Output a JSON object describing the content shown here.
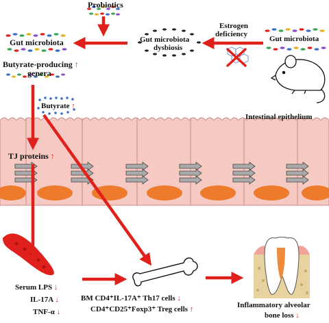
{
  "labels": {
    "probiotics": "Probiotics",
    "gut_microbiota_left": "Gut microbiota",
    "butyrate_producing_line1": "Butyrate-producing",
    "butyrate_producing_line2": "genera",
    "gut_dysbiosis_line1": "Gut microbiota",
    "gut_dysbiosis_line2": "dysbiosis",
    "estrogen_line1": "Estrogen",
    "estrogen_line2": "deficiency",
    "gut_microbiota_right": "Gut microbiota",
    "butyrate": "Butyrate",
    "intestinal_epithelium": "Intestinal epithelium",
    "tj_proteins": "TJ proteins",
    "serum_lps": "Serum LPS",
    "il17a": "IL-17A",
    "tnfa": "TNF-α",
    "bm_th17": "BM CD4⁺IL-17A⁺ Th17 cells",
    "treg": "CD4⁺CD25⁺Foxp3⁺ Treg cells",
    "inflammatory_line1": "Inflammatory alveolar",
    "inflammatory_line2": "bone loss"
  },
  "indicators": {
    "up": "↑",
    "down": "↓"
  },
  "colors": {
    "arrow_red": "#e0211b",
    "cell_fill": "#f6c9c3",
    "nucleus": "#ee7a2b",
    "vessel": "#e0201d",
    "cross": "#e0211b"
  }
}
